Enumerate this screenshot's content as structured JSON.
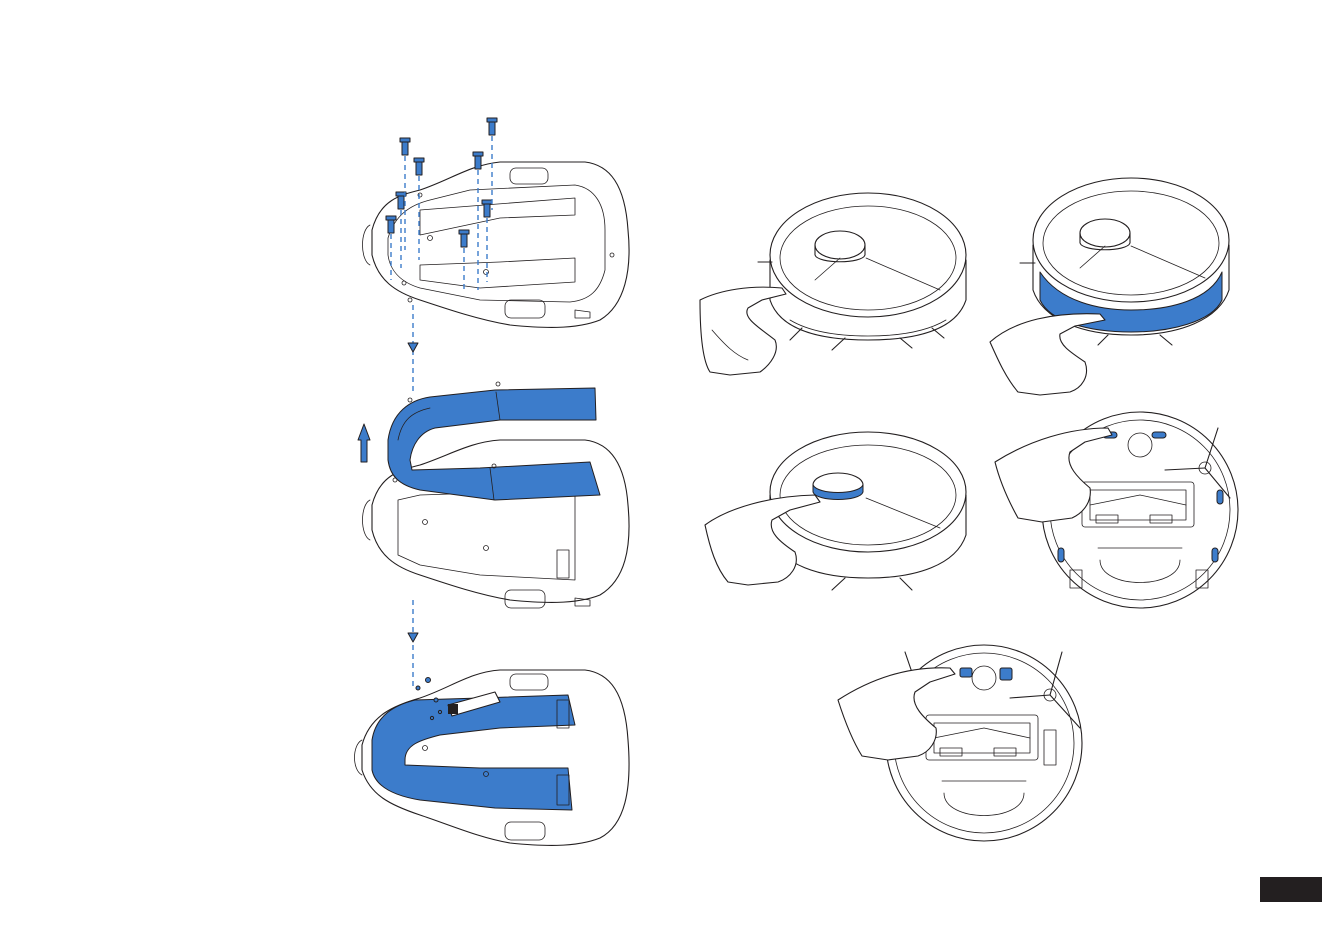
{
  "figure": {
    "left_sequence": {
      "panels": [
        "screws-removed-base",
        "blue-gasket-lifted",
        "blue-gasket-installed"
      ]
    },
    "right_sequence": {
      "panels": [
        "wipe-top-rim",
        "wipe-bumper",
        "wipe-lidar-cap",
        "wipe-bottom-sensors",
        "wipe-bottom-center"
      ]
    },
    "colors": {
      "accent": "#3c7ccb",
      "outline": "#231f20",
      "background": "#ffffff"
    }
  },
  "page_badge": {
    "label": ""
  }
}
